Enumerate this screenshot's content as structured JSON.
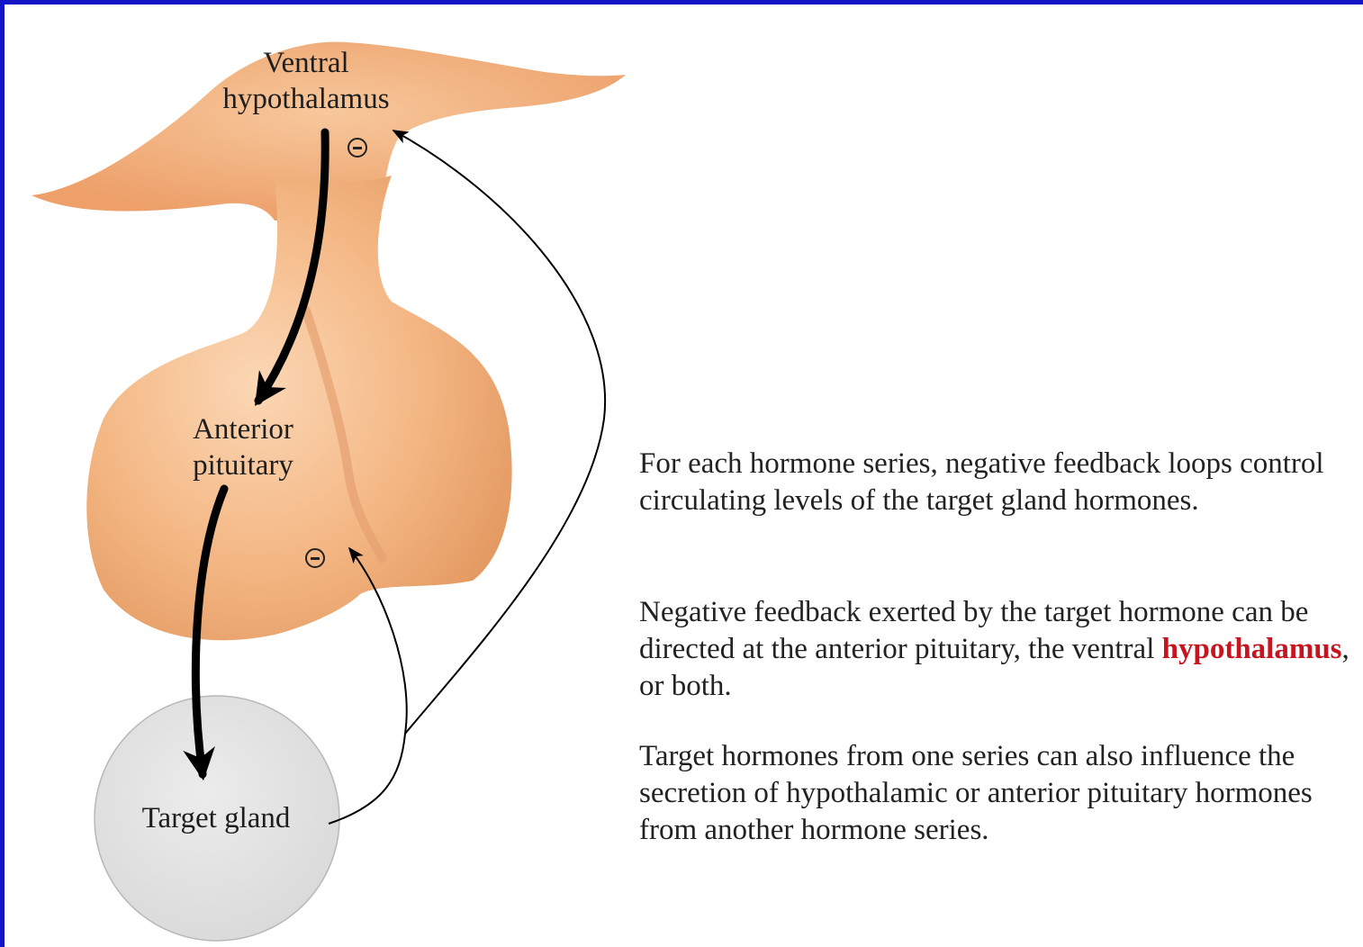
{
  "diagram": {
    "labels": {
      "hypothalamus_line1": "Ventral",
      "hypothalamus_line2": "hypothalamus",
      "pituitary_line1": "Anterior",
      "pituitary_line2": "pituitary",
      "target_gland": "Target gland"
    },
    "inhibition_symbol": "minus-circle-icon",
    "colors": {
      "tissue": "#f2b07c",
      "gland_circle": "#e4e4e4",
      "frame_border": "#1515c8",
      "highlight": "#c8141e"
    }
  },
  "text": {
    "paragraph1": "For each hormone series, negative feedback loops control circulating levels of the target gland hormones.",
    "paragraph2_before": "Negative feedback exerted by the target hormone can be directed at the anterior pituitary, the ventral ",
    "paragraph2_highlight": "hypothalamus",
    "paragraph2_after": ", or both.",
    "paragraph3": "Target hormones from one series can also influence the secretion of hypothalamic or anterior pituitary hormones from another hormone series."
  }
}
